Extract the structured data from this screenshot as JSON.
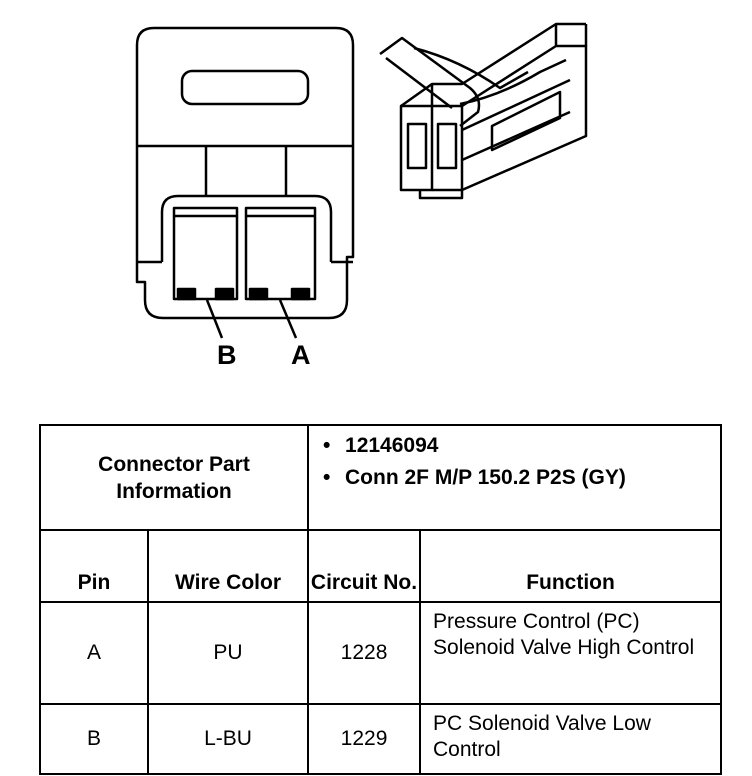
{
  "connector": {
    "pin_labels": {
      "b": "B",
      "a": "A"
    }
  },
  "table": {
    "header_title": "Connector Part Information",
    "part_info": [
      "12146094",
      "Conn 2F M/P 150.2 P2S (GY)"
    ],
    "columns": [
      "Pin",
      "Wire Color",
      "Circuit No.",
      "Function"
    ],
    "rows": [
      {
        "pin": "A",
        "wire_color": "PU",
        "circuit": "1228",
        "function": "Pressure Control (PC) Solenoid Valve High Control"
      },
      {
        "pin": "B",
        "wire_color": "L-BU",
        "circuit": "1229",
        "function": "PC Solenoid Valve Low Control"
      }
    ]
  }
}
